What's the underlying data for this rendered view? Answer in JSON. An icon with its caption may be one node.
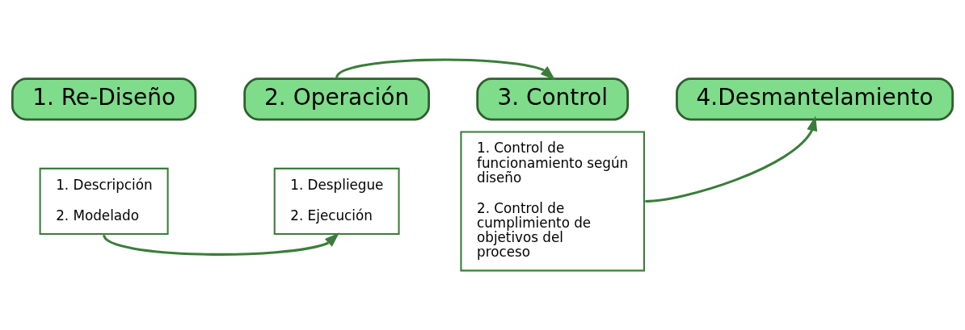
{
  "diagram": {
    "nodes": [
      {
        "text": [
          "1. Re-Diseño"
        ]
      },
      {
        "text": [
          "1. Descripción",
          "2. Modelado"
        ]
      },
      {
        "text": [
          "2. Operación"
        ]
      },
      {
        "text": [
          "1. Despliegue",
          "2. Ejecución"
        ]
      },
      {
        "text": [
          "3. Control"
        ]
      },
      {
        "text": [
          "1. Control de funcionamiento según diseño",
          "2. Control de cumplimiento de objetivos del proceso"
        ]
      },
      {
        "text": [
          "4.Desmantelamiento"
        ]
      }
    ],
    "edges": [
      {
        "from": 1,
        "to": 3,
        "arrow": "to"
      },
      {
        "from": 2,
        "to": 4,
        "arrow": "to"
      },
      {
        "from": 5,
        "to": 6,
        "arrow": "to"
      }
    ]
  }
}
